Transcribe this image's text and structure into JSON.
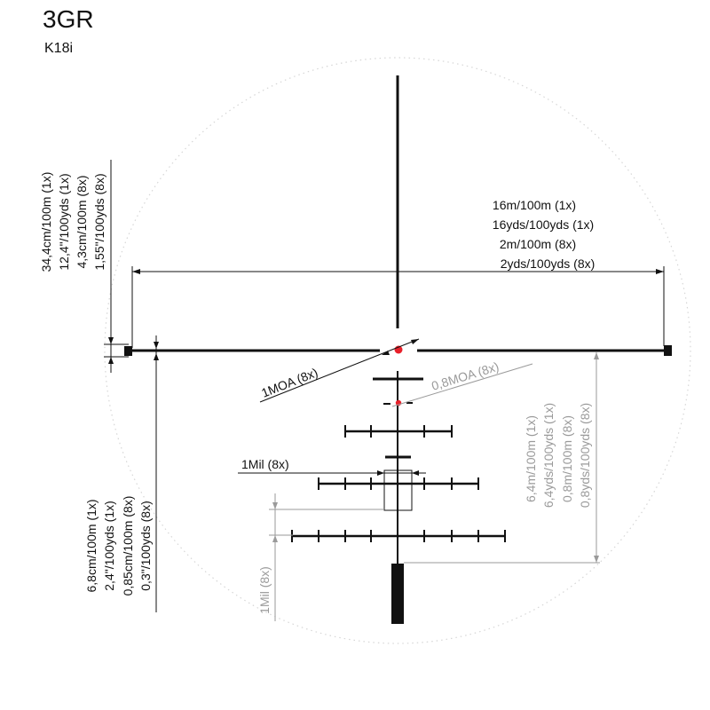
{
  "header": {
    "title": "3GR",
    "model": "K18i"
  },
  "colors": {
    "line": "#111111",
    "dimension_gray": "#9a9a9a",
    "dot": "#e8202a",
    "circle": "#d6d6d6"
  },
  "labels": {
    "horizontal_span": [
      "16m/100m (1x)",
      "16yds/100yds (1x)",
      "2m/100m (8x)",
      "2yds/100yds (8x)"
    ],
    "left_post_thickness": [
      "34,4cm/100m (1x)",
      "12,4\"/100yds (1x)",
      "4,3cm/100m (8x)",
      "1,55\"/100yds (8x)"
    ],
    "crosshair_thickness": [
      "6,8cm/100m (1x)",
      "2,4\"/100yds (1x)",
      "0,85cm/100m (8x)",
      "0,3\"/100yds (8x)"
    ],
    "right_drop": [
      "6,4m/100m (1x)",
      "6,4yds/100yds (1x)",
      "0,8m/100m (8x)",
      "0,8yds/100yds (8x)"
    ],
    "moa_large": "1MOA (8x)",
    "moa_small": "0,8MOA (8x)",
    "mil_horizontal": "1Mil (8x)",
    "mil_vertical": "1Mil (8x)"
  }
}
